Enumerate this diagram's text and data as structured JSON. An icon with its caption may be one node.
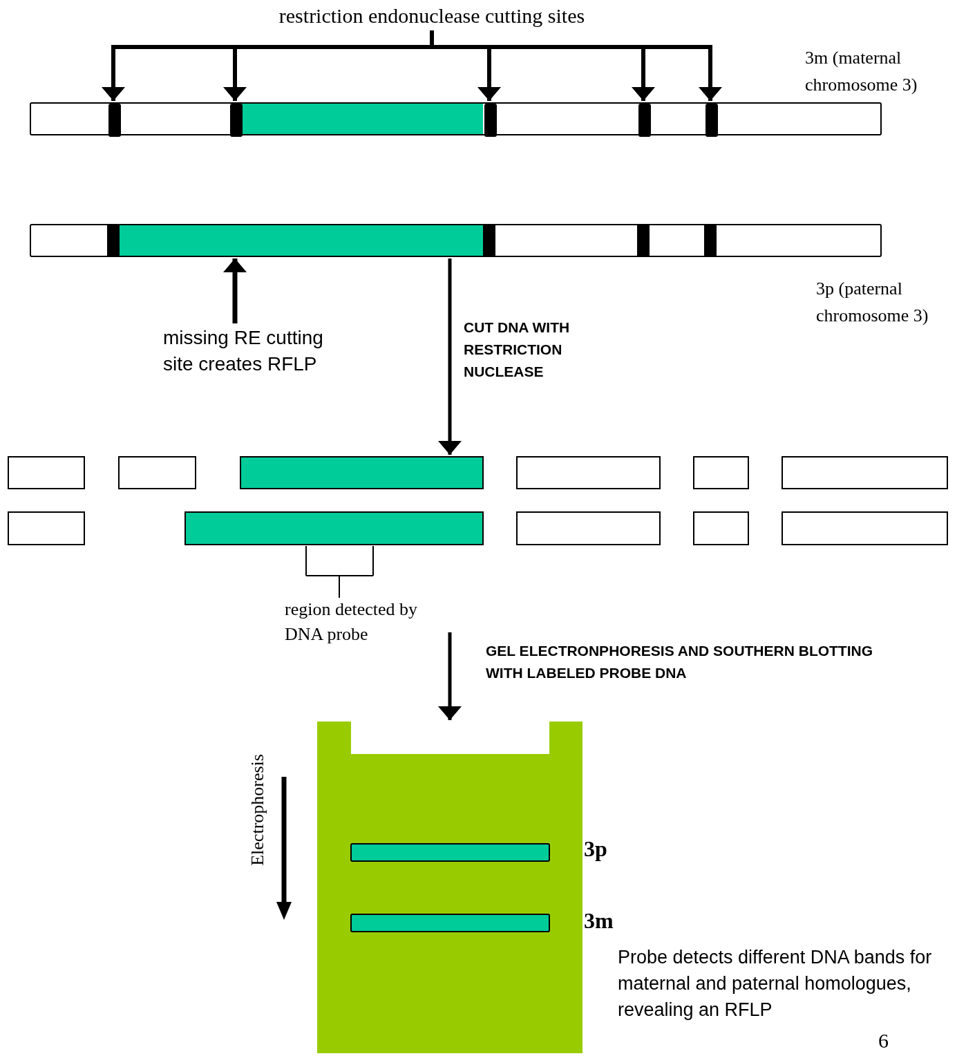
{
  "diagram": {
    "nodes": [
      {
        "text": [
          "restriction endonuclease cutting sites"
        ]
      },
      {
        "text": [],
        "shape": "bar",
        "beside": [
          "3m (maternal chromosome 3)"
        ]
      },
      {
        "text": [],
        "shape": "bar",
        "in": 1
      },
      {
        "text": [],
        "shape": "bar",
        "in": 1
      },
      {
        "text": [],
        "shape": "bar",
        "in": 1
      },
      {
        "text": [],
        "shape": "bar",
        "in": 1
      },
      {
        "text": [],
        "shape": "bar",
        "in": 1
      },
      {
        "text": [],
        "shape": "bar",
        "beside": [
          "3p (paternal chromosome 3)"
        ]
      },
      {
        "text": [
          "missing RE cutting site creates RFLP"
        ]
      },
      {
        "text": [],
        "shape": "box"
      },
      {
        "text": [],
        "shape": "box"
      },
      {
        "text": [],
        "shape": "box"
      },
      {
        "text": [],
        "shape": "box"
      },
      {
        "text": [],
        "shape": "box"
      },
      {
        "text": [],
        "shape": "box"
      },
      {
        "text": [],
        "shape": "box"
      },
      {
        "text": [],
        "shape": "box"
      },
      {
        "text": [],
        "shape": "box"
      },
      {
        "text": [],
        "shape": "box"
      },
      {
        "text": [],
        "shape": "box"
      },
      {
        "text": [
          "region detected by DNA probe"
        ]
      },
      {
        "text": [],
        "shape": "box"
      },
      {
        "text": [],
        "shape": "bar",
        "in": 21,
        "beside": [
          "3p"
        ]
      },
      {
        "text": [],
        "shape": "bar",
        "in": 21,
        "beside": [
          "3m"
        ]
      }
    ],
    "edges": [
      {
        "from": 0,
        "to": 2,
        "arrow": "to"
      },
      {
        "from": 0,
        "to": 3,
        "arrow": "to"
      },
      {
        "from": 0,
        "to": 4,
        "arrow": "to"
      },
      {
        "from": 0,
        "to": 5,
        "arrow": "to"
      },
      {
        "from": 0,
        "to": 6,
        "arrow": "to"
      },
      {
        "from": 8,
        "to": 7,
        "arrow": "to"
      },
      {
        "from": 7,
        "to": 11,
        "arrow": "to",
        "label": "CUT DNA WITH RESTRICTION NUCLEASE"
      },
      {
        "from": null,
        "to": 21,
        "arrow": "to",
        "label": "GEL ELECTRONPHORESIS AND SOUTHERN BLOTTING WITH LABELED PROBE DNA"
      },
      {
        "from": 20,
        "to": 16,
        "arrow": "none"
      }
    ],
    "labels": [
      "Electrophoresis",
      "Probe detects different DNA bands for maternal and paternal homologues, revealing an RFLP",
      "6"
    ]
  }
}
